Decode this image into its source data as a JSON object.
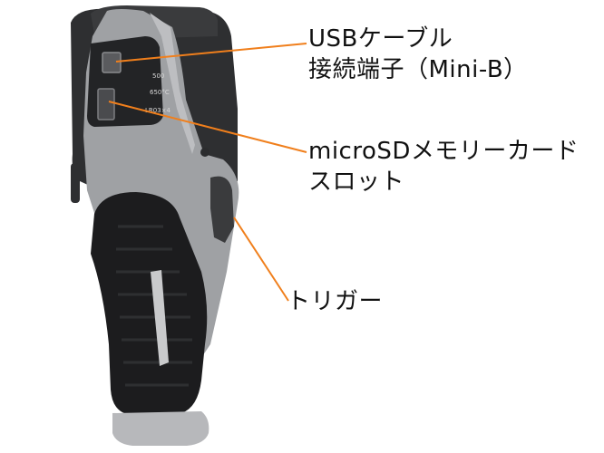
{
  "callouts": {
    "usb": {
      "line1": "USBケーブル",
      "line2": "接続端子（Mini-B）"
    },
    "sd": {
      "line1": "microSDメモリーカード",
      "line2": "スロット"
    },
    "trigger": {
      "line1": "トリガー"
    }
  },
  "device_markings": [
    "500",
    "650°C",
    "LR03×4"
  ],
  "colors": {
    "leader_line": "#F07F1C",
    "body_gray": "#9FA1A4",
    "body_dark": "#2E2F31",
    "grip_black": "#1C1C1E",
    "accent_light": "#C9CACC"
  }
}
